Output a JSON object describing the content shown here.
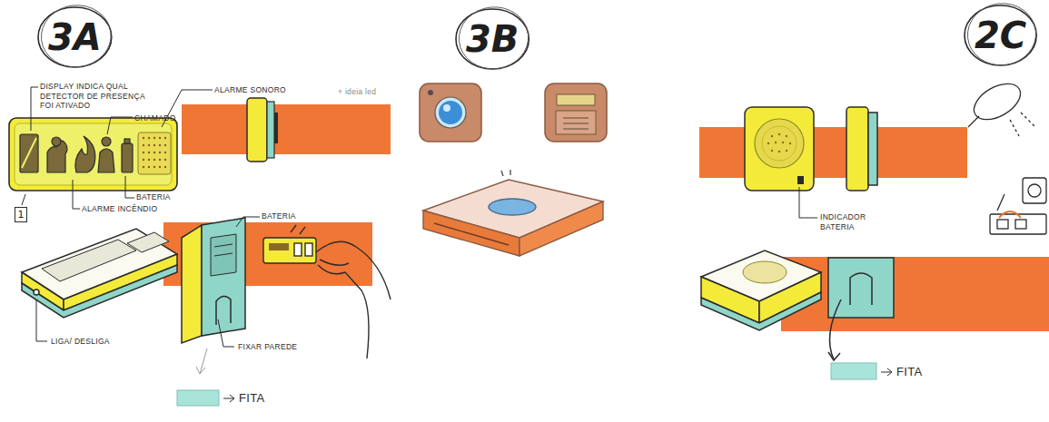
{
  "diagram": {
    "nodes": [
      {
        "text": [
          "3A"
        ]
      },
      {
        "text": [
          "3B"
        ]
      },
      {
        "text": [
          "2C"
        ]
      },
      {
        "text": [
          "1"
        ]
      }
    ],
    "labels": [
      "DISPLAY INDICA QUAL DETECTOR DE PRESENÇA FOI ATIVADO",
      "CHAMADO",
      "ALARME SONORO",
      "+ ideia led",
      "BATERIA",
      "ALARME INCÊNDIO",
      "BATERIA",
      "LIGA/ DESLIGA",
      "FIXAR PAREDE",
      "FITA",
      "INDICADOR BATERIA",
      "FITA"
    ]
  }
}
